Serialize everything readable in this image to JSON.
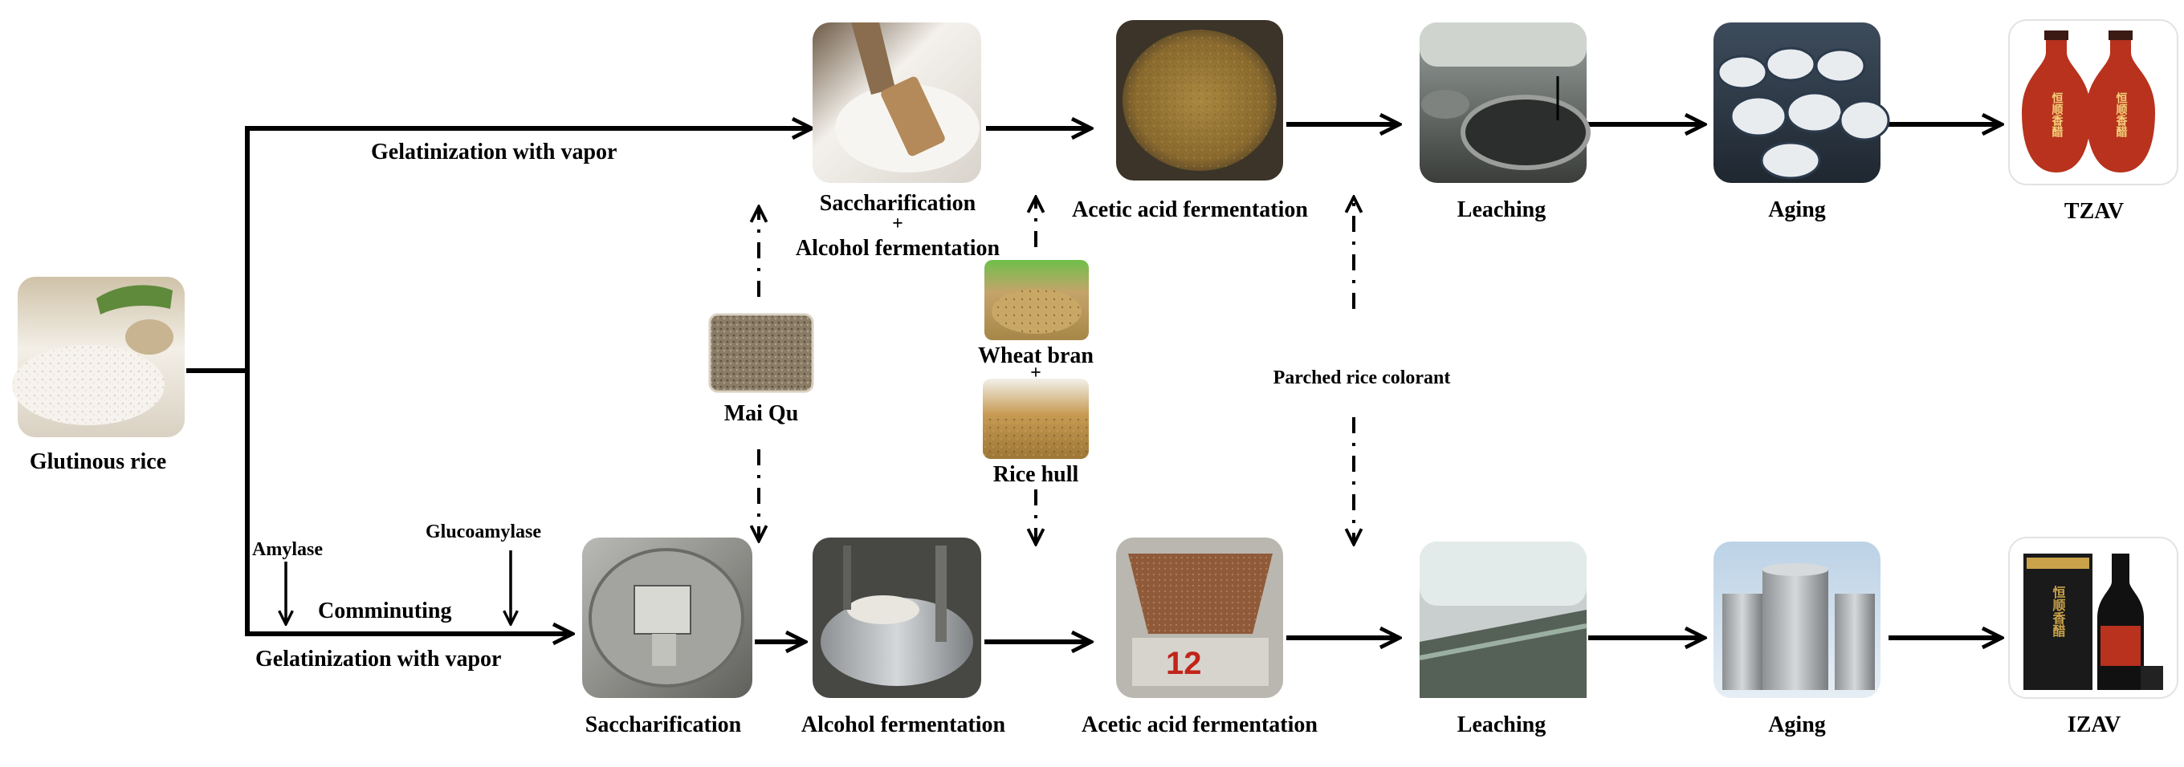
{
  "raw_material": {
    "label": "Glutinous rice"
  },
  "top_line": {
    "branch_label": "Gelatinization with vapor",
    "steps": [
      {
        "id": "sacch_alc",
        "label_line1": "Saccharification",
        "plus": "+",
        "label_line2": "Alcohol fermentation"
      },
      {
        "id": "acetic",
        "label": "Acetic acid fermentation"
      },
      {
        "id": "leaching",
        "label": "Leaching"
      },
      {
        "id": "aging",
        "label": "Aging"
      },
      {
        "id": "product",
        "label": "TZAV"
      }
    ]
  },
  "bottom_line": {
    "additives": [
      "Amylase",
      "Glucoamylase"
    ],
    "comminuting_label": "Comminuting",
    "branch_label": "Gelatinization with vapor",
    "steps": [
      {
        "id": "sacch",
        "label": "Saccharification"
      },
      {
        "id": "alcohol",
        "label": "Alcohol fermentation"
      },
      {
        "id": "acetic",
        "label": "Acetic acid fermentation"
      },
      {
        "id": "leaching",
        "label": "Leaching"
      },
      {
        "id": "aging",
        "label": "Aging"
      },
      {
        "id": "product",
        "label": "IZAV"
      }
    ]
  },
  "shared_inputs": {
    "mai_qu": "Mai Qu",
    "wheat_bran": "Wheat bran",
    "plus": "+",
    "rice_hull": "Rice hull",
    "colorant": "Parched rice colorant"
  },
  "product_labels": {
    "tzav_bottle_text": "恒顺香醋",
    "izav_box_text": "恒顺香醋"
  },
  "colors": {
    "arrow": "#000000",
    "tzav_bottle": "#b8321e",
    "izav_box": "#1a1a1a",
    "rice": "#e8e2d6",
    "bran": "#b08a44",
    "mash": "#9b7a3a"
  }
}
